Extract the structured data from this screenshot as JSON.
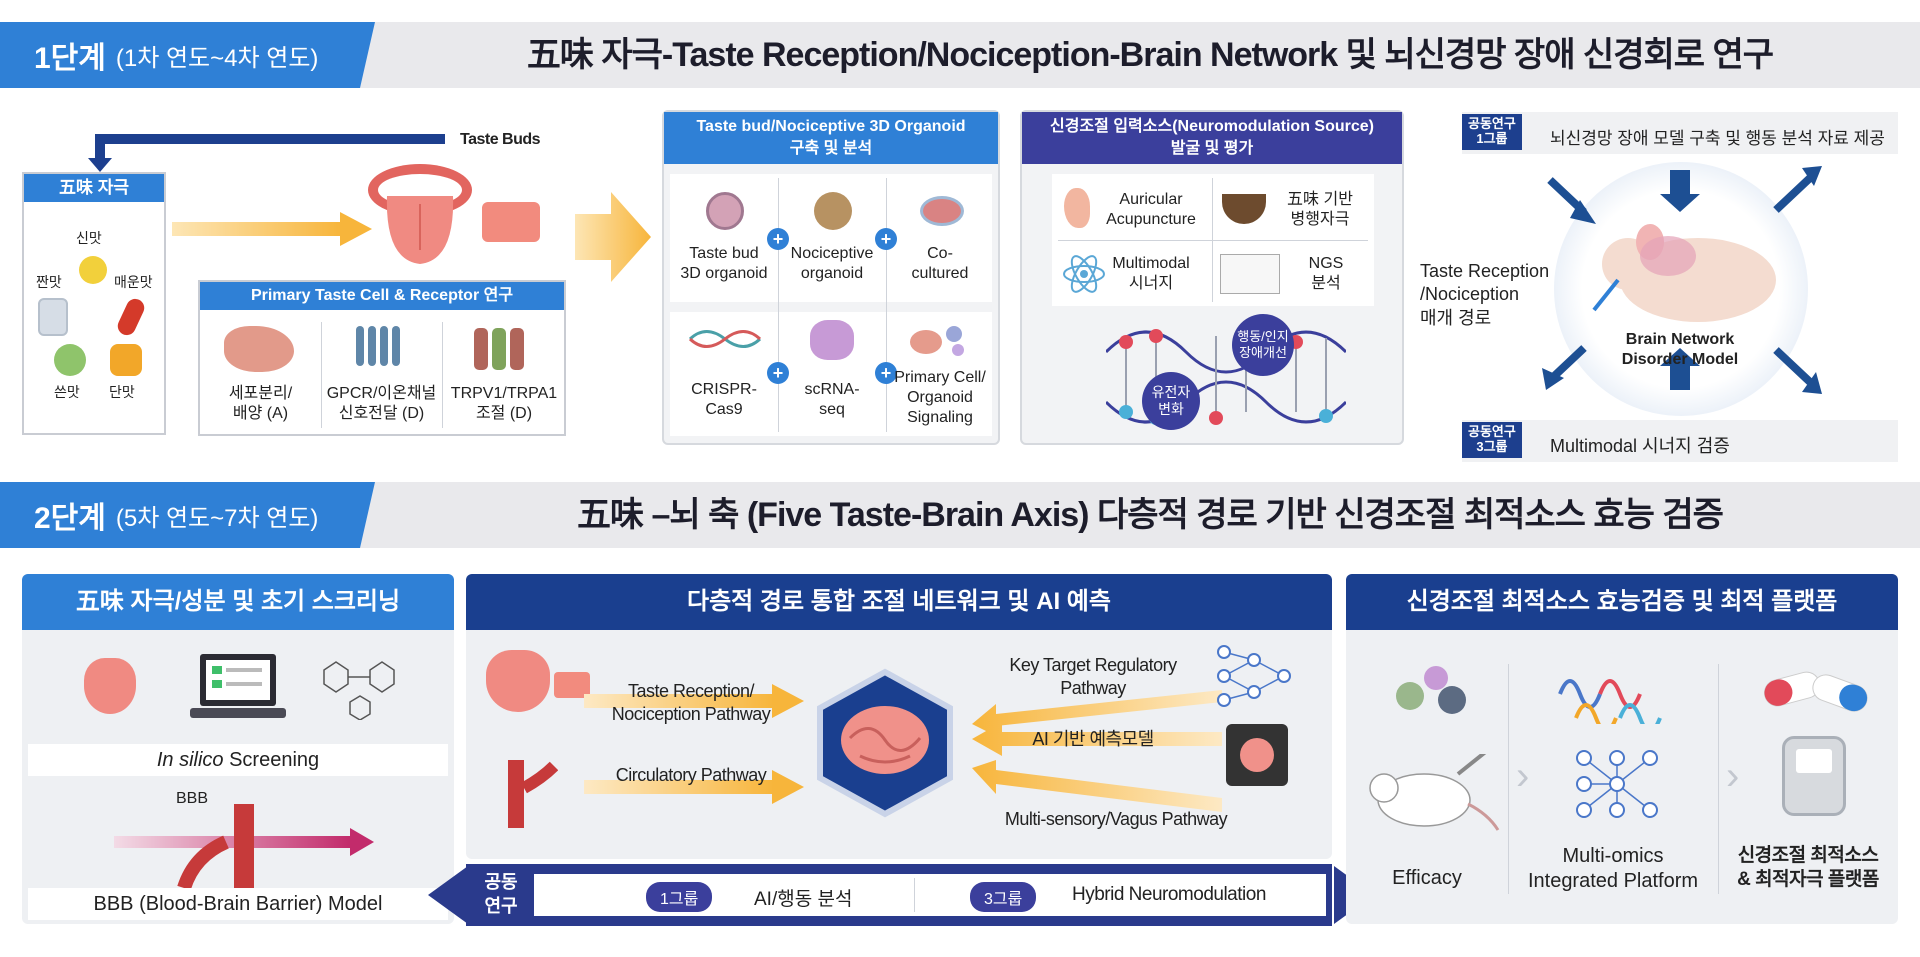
{
  "stage1": {
    "tag": "1단계",
    "period": "(1차 연도~4차 연도)",
    "title": "五味 자극-Taste Reception/Nociception-Brain Network 및 뇌신경망 장애 신경회로 연구",
    "stimulus": {
      "header": "五味 자극",
      "tastes": [
        "신맛",
        "짠맛",
        "매운맛",
        "쓴맛",
        "단맛"
      ]
    },
    "taste_buds_label": "Taste Buds",
    "primary": {
      "header": "Primary Taste Cell & Receptor 연구",
      "items": [
        "세포분리/\n배양 (A)",
        "GPCR/이온채널\n신호전달 (D)",
        "TRPV1/TRPA1\n조절 (D)"
      ]
    },
    "organoid": {
      "header": "Taste bud/Nociceptive 3D Organoid\n구축 및 분석",
      "row1": [
        "Taste bud\n3D organoid",
        "Nociceptive\norganoid",
        "Co-\ncultured"
      ],
      "row2": [
        "CRISPR-\nCas9",
        "scRNA-\nseq",
        "Primary Cell/\nOrganoid\nSignaling"
      ]
    },
    "neuro": {
      "header": "신경조절 입력소스(Neuromodulation Source)\n발굴 및 평가",
      "items": [
        "Auricular\nAcupuncture",
        "五味 기반\n병행자극",
        "Multimodal\n시너지",
        "NGS\n분석"
      ],
      "bubble1": "행동/인지\n장애개선",
      "bubble2": "유전자\n변화"
    },
    "right": {
      "group1_badge": "공동연구\n1그룹",
      "group1_text": "뇌신경망 장애 모델 구축 및 행동 분석 자료 제공",
      "pathway": "Taste Reception\n/Nociception\n매개 경로",
      "model": "Brain Network\nDisorder Model",
      "group3_badge": "공동연구\n3그룹",
      "group3_text": "Multimodal 시너지 검증"
    }
  },
  "stage2": {
    "tag": "2단계",
    "period": "(5차 연도~7차 연도)",
    "title": "五味 –뇌 축 (Five Taste-Brain Axis) 다층적 경로 기반 신경조절 최적소스 효능 검증",
    "screening": {
      "header": "五味 자극/성분 및 초기 스크리닝",
      "insilico_em": "In silico",
      "insilico": "Screening",
      "bbb": "BBB",
      "bbb_model": "BBB (Blood-Brain Barrier) Model"
    },
    "network": {
      "header": "다층적 경로 통합 조절 네트워크 및 AI 예측",
      "left": [
        "Taste Reception/\nNociception Pathway",
        "Circulatory Pathway"
      ],
      "right": [
        "Key Target Regulatory\nPathway",
        "AI 기반 예측모델",
        "Multi-sensory/Vagus Pathway"
      ]
    },
    "joint": {
      "label": "공동\n연구",
      "g1": "1그룹",
      "g1_text": "AI/행동 분석",
      "g3": "3그룹",
      "g3_text": "Hybrid Neuromodulation"
    },
    "platform": {
      "header": "신경조절 최적소스 효능검증 및 최적 플랫폼",
      "items": [
        "Efficacy",
        "Multi-omics\nIntegrated Platform",
        "신경조절 최적소스\n& 최적자극 플랫폼"
      ]
    }
  },
  "colors": {
    "blue": "#2f80d6",
    "navy": "#1a3f8f",
    "indigo": "#3b3f9c",
    "orange": "#f7b53b"
  }
}
